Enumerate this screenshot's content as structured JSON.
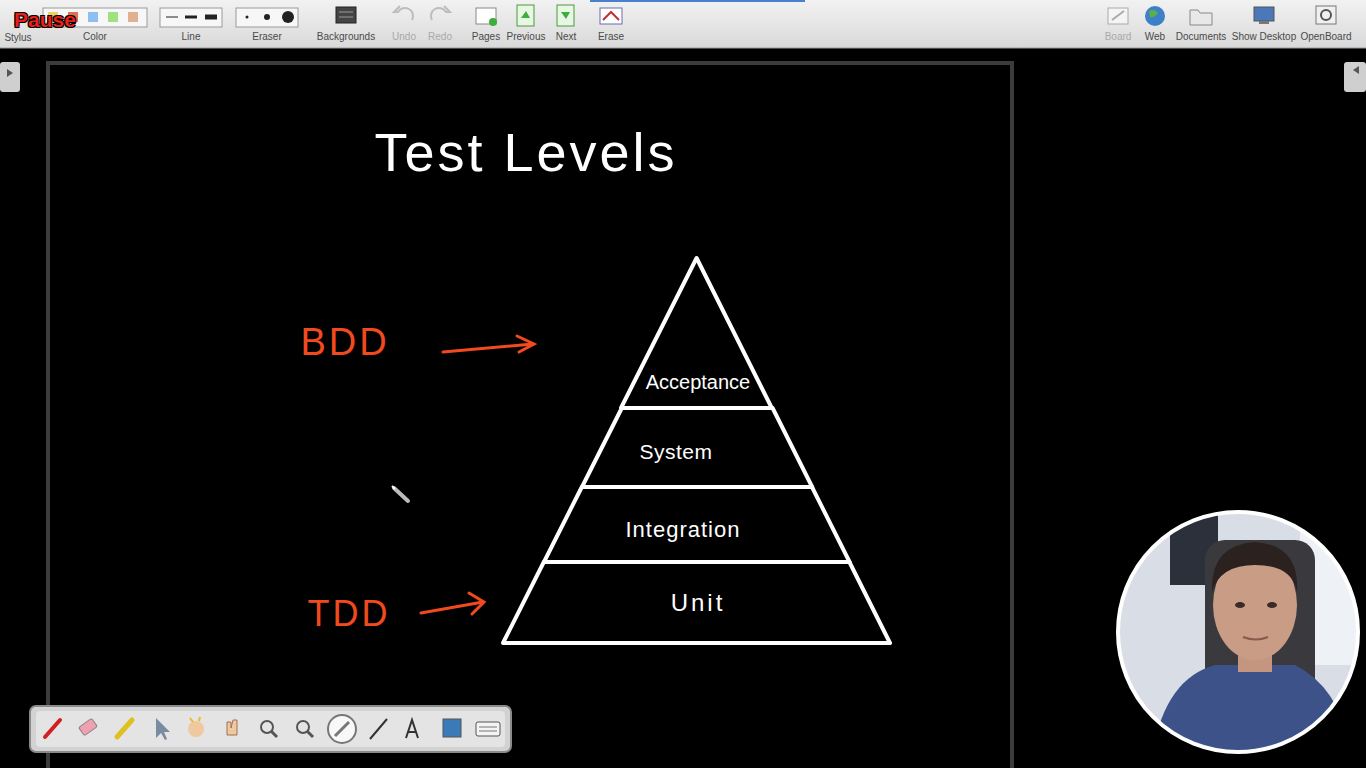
{
  "diagram": {
    "title": "Test Levels",
    "nodes": [
      {
        "text": [
          "Acceptance"
        ]
      },
      {
        "text": [
          "System"
        ]
      },
      {
        "text": [
          "Integration"
        ]
      },
      {
        "text": [
          "Unit"
        ]
      }
    ],
    "labels": [
      "Pause",
      "Stylus",
      "Color",
      "Line",
      "Eraser",
      "Backgrounds",
      "Undo",
      "Redo",
      "Pages",
      "Previous",
      "Next",
      "Erase",
      "Board",
      "Web",
      "Documents",
      "Show Desktop",
      "OpenBoard",
      "BDD",
      "TDD"
    ]
  }
}
